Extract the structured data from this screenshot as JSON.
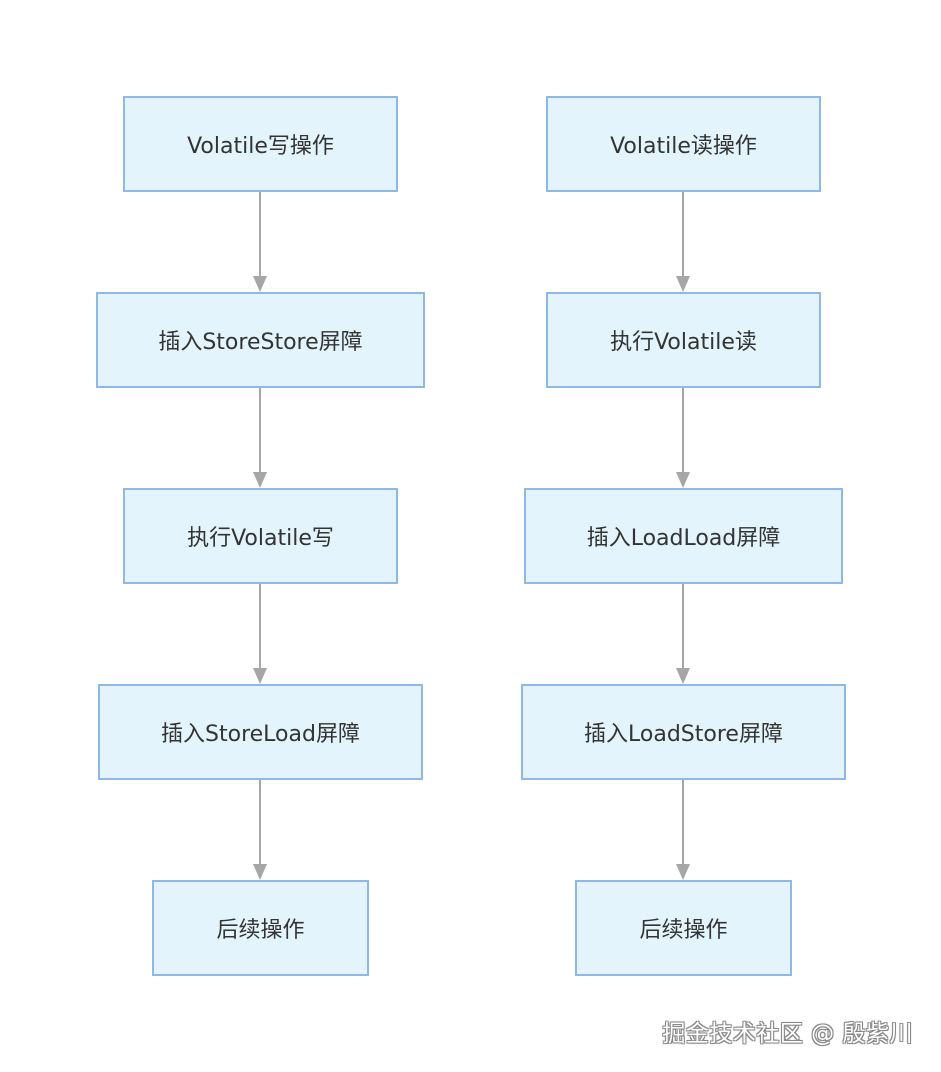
{
  "left_flow": {
    "nodes": [
      {
        "label": "Volatile写操作"
      },
      {
        "label": "插入StoreStore屏障"
      },
      {
        "label": "执行Volatile写"
      },
      {
        "label": "插入StoreLoad屏障"
      },
      {
        "label": "后续操作"
      }
    ]
  },
  "right_flow": {
    "nodes": [
      {
        "label": "Volatile读操作"
      },
      {
        "label": "执行Volatile读"
      },
      {
        "label": "插入LoadLoad屏障"
      },
      {
        "label": "插入LoadStore屏障"
      },
      {
        "label": "后续操作"
      }
    ]
  },
  "watermark": {
    "text": "掘金技术社区 @ 殷紫川"
  },
  "colors": {
    "node_fill": "#e3f4fc",
    "node_border": "#8fb8e6",
    "arrow": "#a6a6a6",
    "text": "#333333"
  }
}
